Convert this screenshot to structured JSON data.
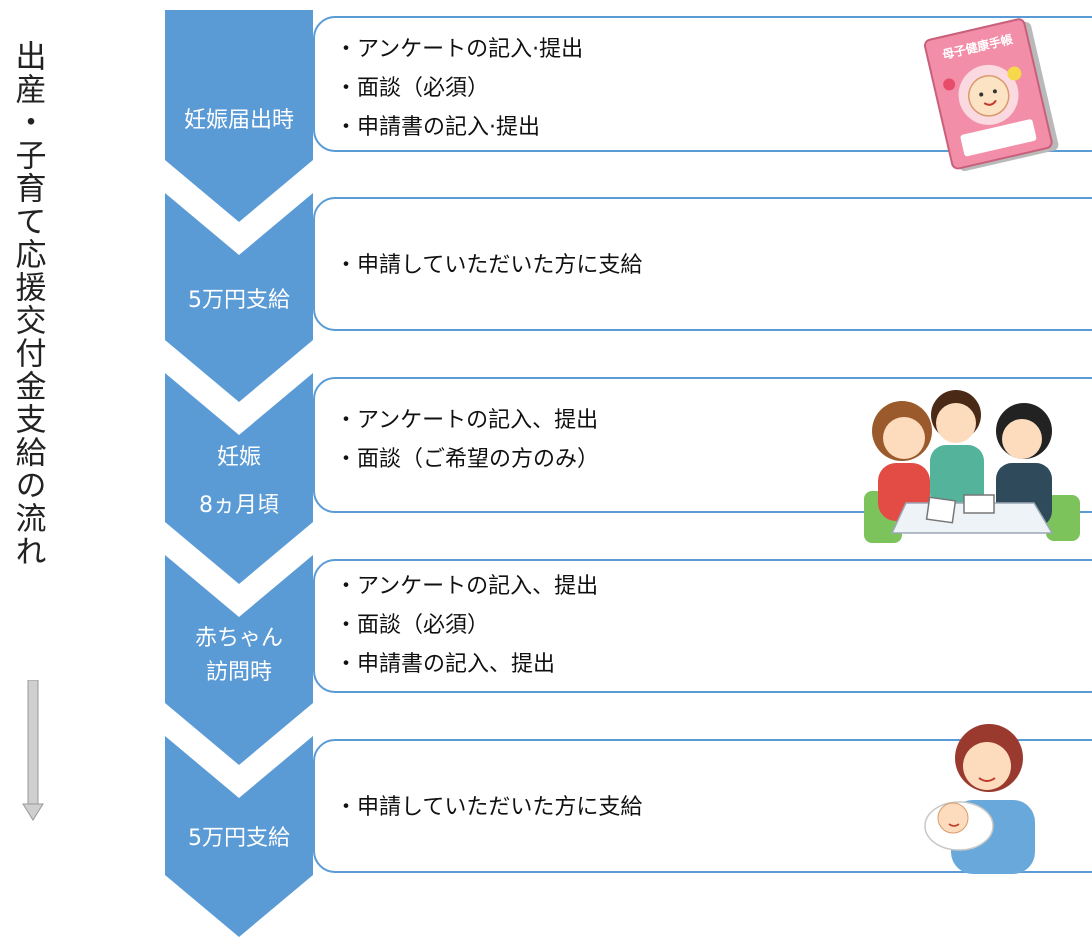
{
  "title": "出産・子育て応援交付金支給の流れ",
  "colors": {
    "chevron": "#5b9bd5",
    "border": "#5b9bd5"
  },
  "steps": [
    {
      "label_lines": [
        "妊娠届出時"
      ],
      "bullets": [
        "・アンケートの記入·提出",
        "・面談（必須）",
        "・申請書の記入·提出"
      ],
      "illustration": "boshi-techo-icon",
      "illustration_text": "母子健康手帳"
    },
    {
      "label_lines": [
        "5万円支給"
      ],
      "bullets": [
        "・申請していただいた方に支給"
      ]
    },
    {
      "label_lines": [
        "妊娠",
        "8ヵ月頃"
      ],
      "bullets": [
        "・アンケートの記入、提出",
        "・面談（ご希望の方のみ）"
      ],
      "illustration": "consultation-family-icon"
    },
    {
      "label_lines": [
        "赤ちゃん",
        "訪問時"
      ],
      "bullets": [
        "・アンケートの記入、提出",
        "・面談（必須）",
        "・申請書の記入、提出"
      ]
    },
    {
      "label_lines": [
        "5万円支給"
      ],
      "bullets": [
        "・申請していただいた方に支給"
      ],
      "illustration": "mother-baby-icon"
    }
  ]
}
